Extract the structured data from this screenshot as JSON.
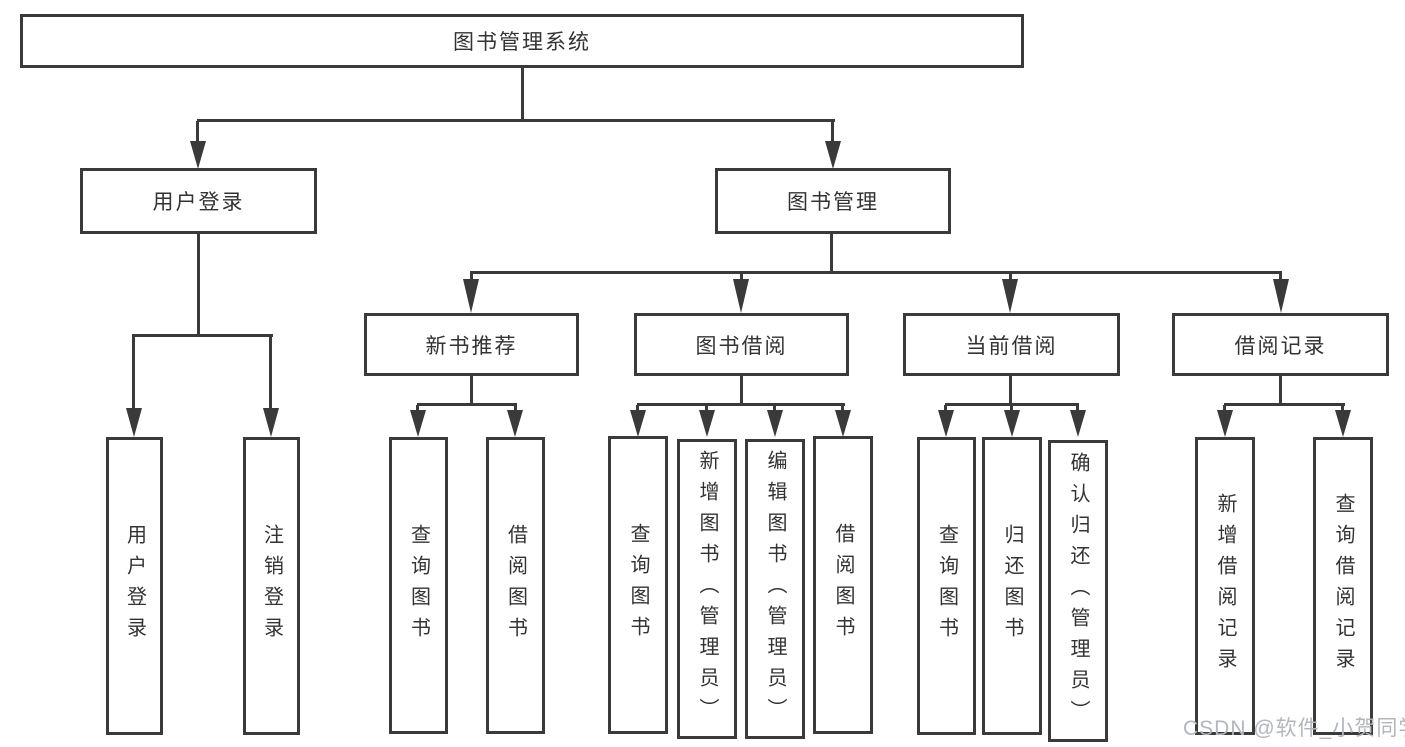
{
  "tree": {
    "root": {
      "label": "图书管理系统",
      "children": [
        {
          "label": "用户登录",
          "children": [
            {
              "label": "用户登录"
            },
            {
              "label": "注销登录"
            }
          ]
        },
        {
          "label": "图书管理",
          "children": [
            {
              "label": "新书推荐",
              "children": [
                {
                  "label": "查询图书"
                },
                {
                  "label": "借阅图书"
                }
              ]
            },
            {
              "label": "图书借阅",
              "children": [
                {
                  "label": "查询图书"
                },
                {
                  "label": "新增图书（管理员）"
                },
                {
                  "label": "编辑图书（管理员）"
                },
                {
                  "label": "借阅图书"
                }
              ]
            },
            {
              "label": "当前借阅",
              "children": [
                {
                  "label": "查询图书"
                },
                {
                  "label": "归还图书"
                },
                {
                  "label": "确认归还（管理员）"
                }
              ]
            },
            {
              "label": "借阅记录",
              "children": [
                {
                  "label": "新增借阅记录"
                },
                {
                  "label": "查询借阅记录"
                }
              ]
            }
          ]
        }
      ]
    }
  },
  "watermark": {
    "text": "CSDN @软件_小贺同学"
  },
  "colors": {
    "line": "#3a3a3a",
    "text": "#333333",
    "watermark": "#b2b6bd",
    "background": "#ffffff"
  }
}
